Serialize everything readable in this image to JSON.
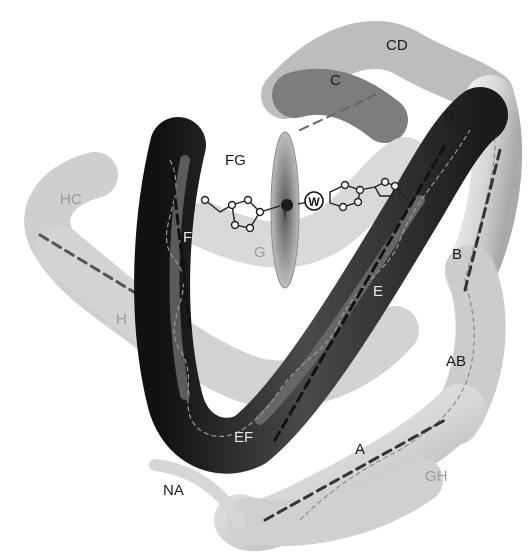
{
  "figure": {
    "helix_labels": {
      "A": "A",
      "B": "B",
      "C": "C",
      "D": "D",
      "E": "E",
      "F": "F",
      "G": "G",
      "H": "H",
      "AB": "AB",
      "CD": "CD",
      "EF": "EF",
      "FG": "FG",
      "GH": "GH",
      "HC": "HC",
      "NA": "NA"
    },
    "ligand_label": "W"
  },
  "colors": {
    "light_tube": "#d8d8d8",
    "dark_tube": "#3a3a3a",
    "background": "#ffffff"
  }
}
